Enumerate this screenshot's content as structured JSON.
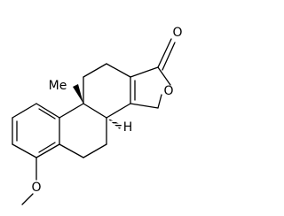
{
  "molecule": {
    "atoms": {
      "carbonyl_oxygen": "O",
      "ring_oxygen": "O",
      "methoxy_oxygen": "O",
      "stereo_hydrogen": "H",
      "methyl_label": "Me"
    }
  }
}
